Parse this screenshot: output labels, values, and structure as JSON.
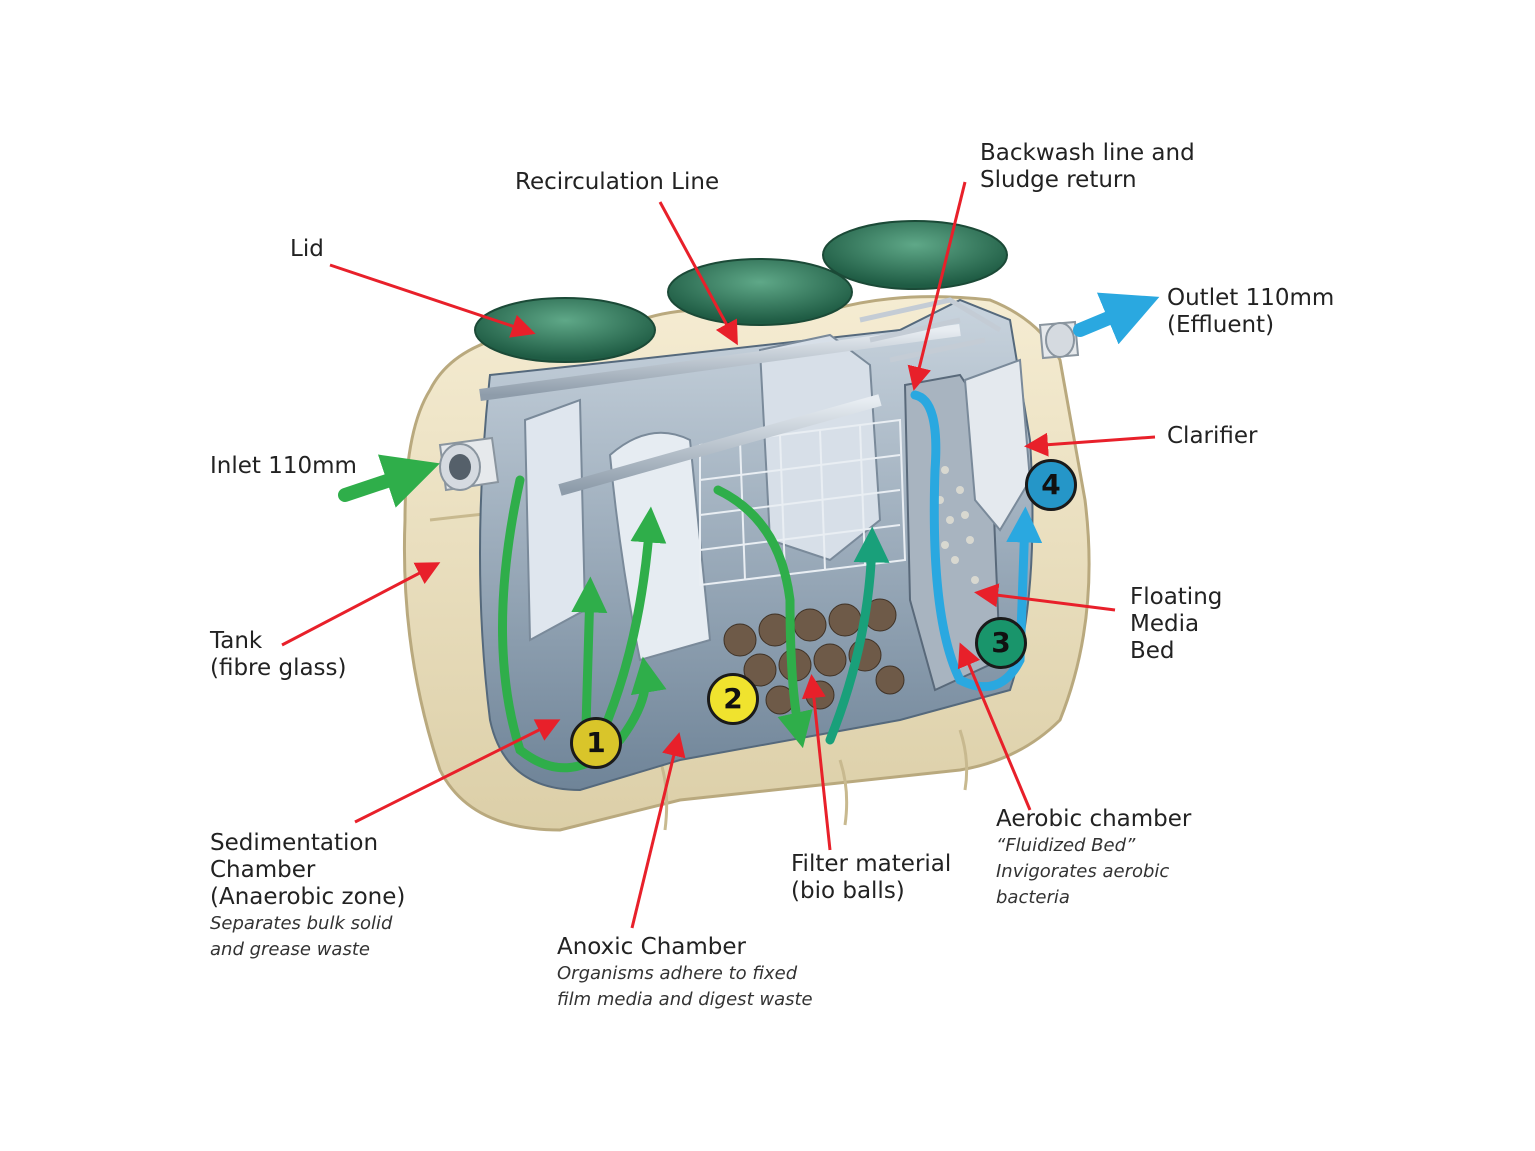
{
  "labels": {
    "lid": "Lid",
    "recirculation_line": "Recirculation Line",
    "backwash_line_1": "Backwash line and",
    "backwash_line_2": "Sludge return",
    "outlet_1": "Outlet 110mm",
    "outlet_2": "(Effluent)",
    "clarifier": "Clarifier",
    "inlet": "Inlet 110mm",
    "tank_1": "Tank",
    "tank_2": "(fibre glass)",
    "floating_1": "Floating",
    "floating_2": "Media",
    "floating_3": "Bed",
    "sedimentation_1": "Sedimentation",
    "sedimentation_2": "Chamber",
    "sedimentation_3": "(Anaerobic zone)",
    "sedimentation_desc_1": "Separates bulk solid",
    "sedimentation_desc_2": "and grease waste",
    "anoxic_title": "Anoxic Chamber",
    "anoxic_desc_1": "Organisms adhere to fixed",
    "anoxic_desc_2": "film media and digest waste",
    "filter_1": "Filter material",
    "filter_2": "(bio balls)",
    "aerobic_title": "Aerobic chamber",
    "aerobic_desc_1": "“Fluidized Bed”",
    "aerobic_desc_2": "Invigorates aerobic",
    "aerobic_desc_3": "bacteria"
  },
  "stages": [
    "1",
    "2",
    "3",
    "4"
  ],
  "colors": {
    "pointer": "#e8202a",
    "flow_green": "#2fae4a",
    "flow_teal": "#19a07a",
    "flow_blue": "#2aa8e0",
    "tank_shell": "#efe4c6",
    "lid": "#2f7a5a",
    "interior": "#8aa0b4"
  }
}
